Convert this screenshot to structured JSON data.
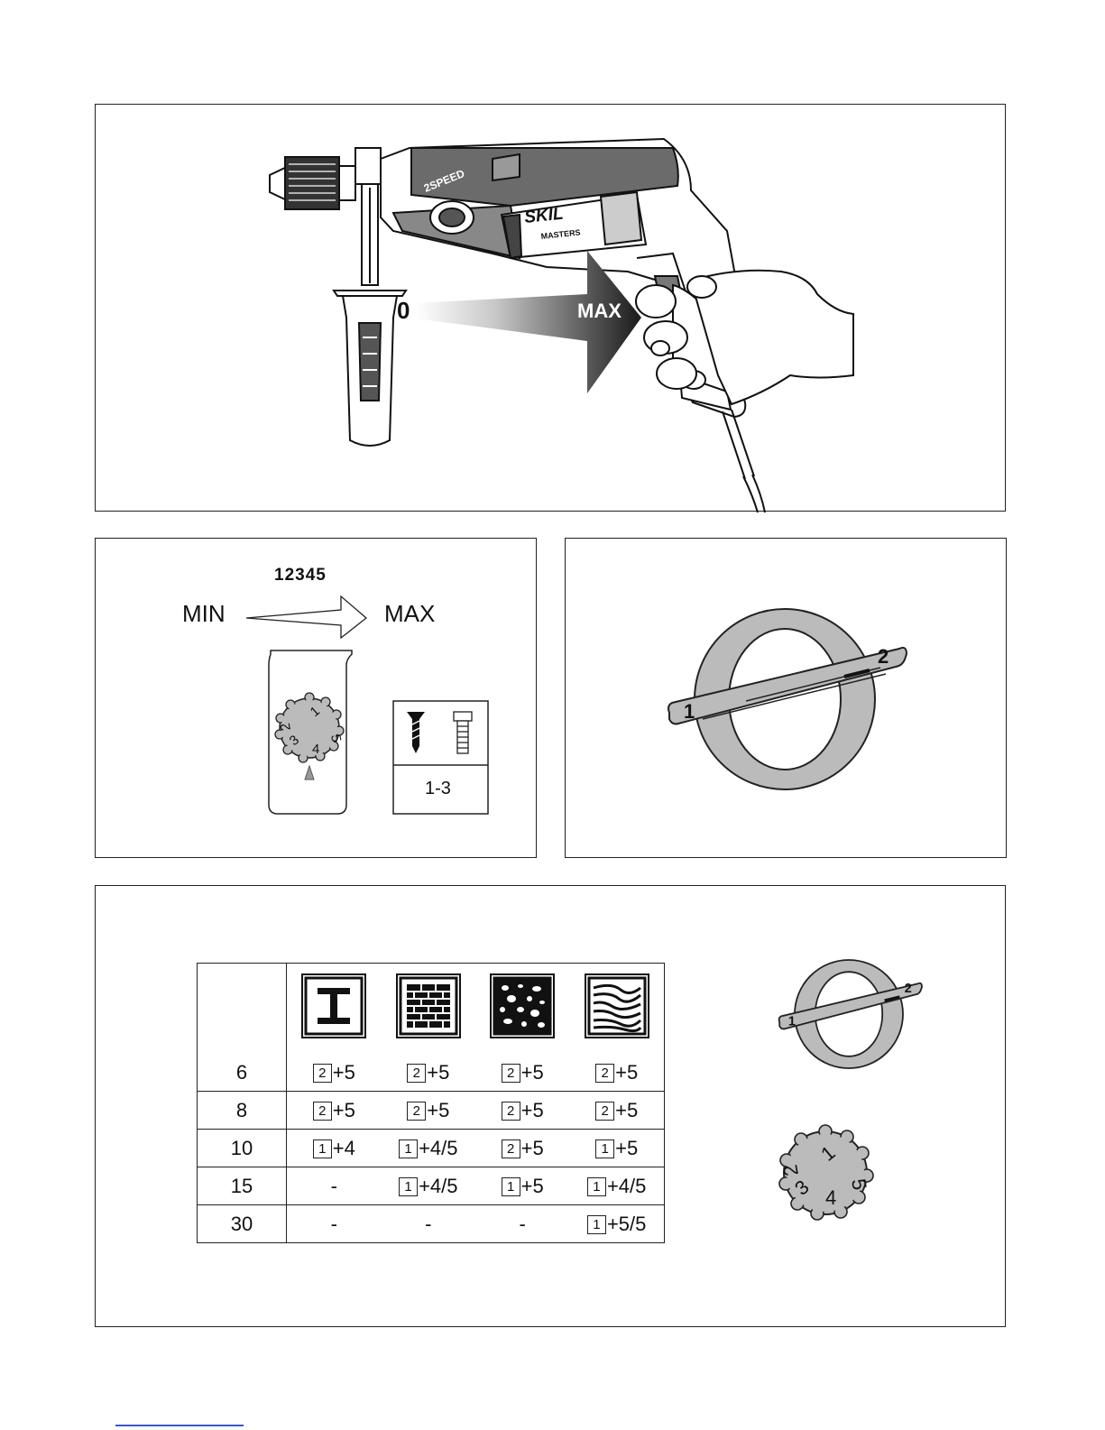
{
  "fig_top": {
    "label_min": "0",
    "label_max": "MAX",
    "brand": "SKIL",
    "brand_sub": "MASTERS",
    "speed_badge": "2SPEED"
  },
  "fig_speed_dial": {
    "numbers": "12345",
    "label_min": "MIN",
    "label_max": "MAX",
    "dial_digits": [
      "1",
      "2",
      "3",
      "4",
      "5"
    ],
    "screw_setting": "1-3"
  },
  "fig_gear_switch": {
    "pos1": "1",
    "pos2": "2"
  },
  "speed_table": {
    "materials": [
      "steel-beam-icon",
      "brick-icon",
      "concrete-icon",
      "wood-icon"
    ],
    "rows": [
      {
        "dia": "6",
        "cells": [
          {
            "g": "2",
            "s": "+5"
          },
          {
            "g": "2",
            "s": "+5"
          },
          {
            "g": "2",
            "s": "+5"
          },
          {
            "g": "2",
            "s": "+5"
          }
        ]
      },
      {
        "dia": "8",
        "cells": [
          {
            "g": "2",
            "s": "+5"
          },
          {
            "g": "2",
            "s": "+5"
          },
          {
            "g": "2",
            "s": "+5"
          },
          {
            "g": "2",
            "s": "+5"
          }
        ]
      },
      {
        "dia": "10",
        "cells": [
          {
            "g": "1",
            "s": "+4"
          },
          {
            "g": "1",
            "s": "+4/5"
          },
          {
            "g": "2",
            "s": "+5"
          },
          {
            "g": "1",
            "s": "+5"
          }
        ]
      },
      {
        "dia": "15",
        "cells": [
          {
            "g": "",
            "s": "-"
          },
          {
            "g": "1",
            "s": "+4/5"
          },
          {
            "g": "1",
            "s": "+5"
          },
          {
            "g": "1",
            "s": "+4/5"
          }
        ]
      },
      {
        "dia": "30",
        "cells": [
          {
            "g": "",
            "s": "-"
          },
          {
            "g": "",
            "s": "-"
          },
          {
            "g": "",
            "s": "-"
          },
          {
            "g": "1",
            "s": "+5/5"
          }
        ]
      }
    ],
    "legend_switch": {
      "pos1": "1",
      "pos2": "2"
    },
    "legend_dial": [
      "1",
      "2",
      "3",
      "4",
      "5"
    ]
  }
}
